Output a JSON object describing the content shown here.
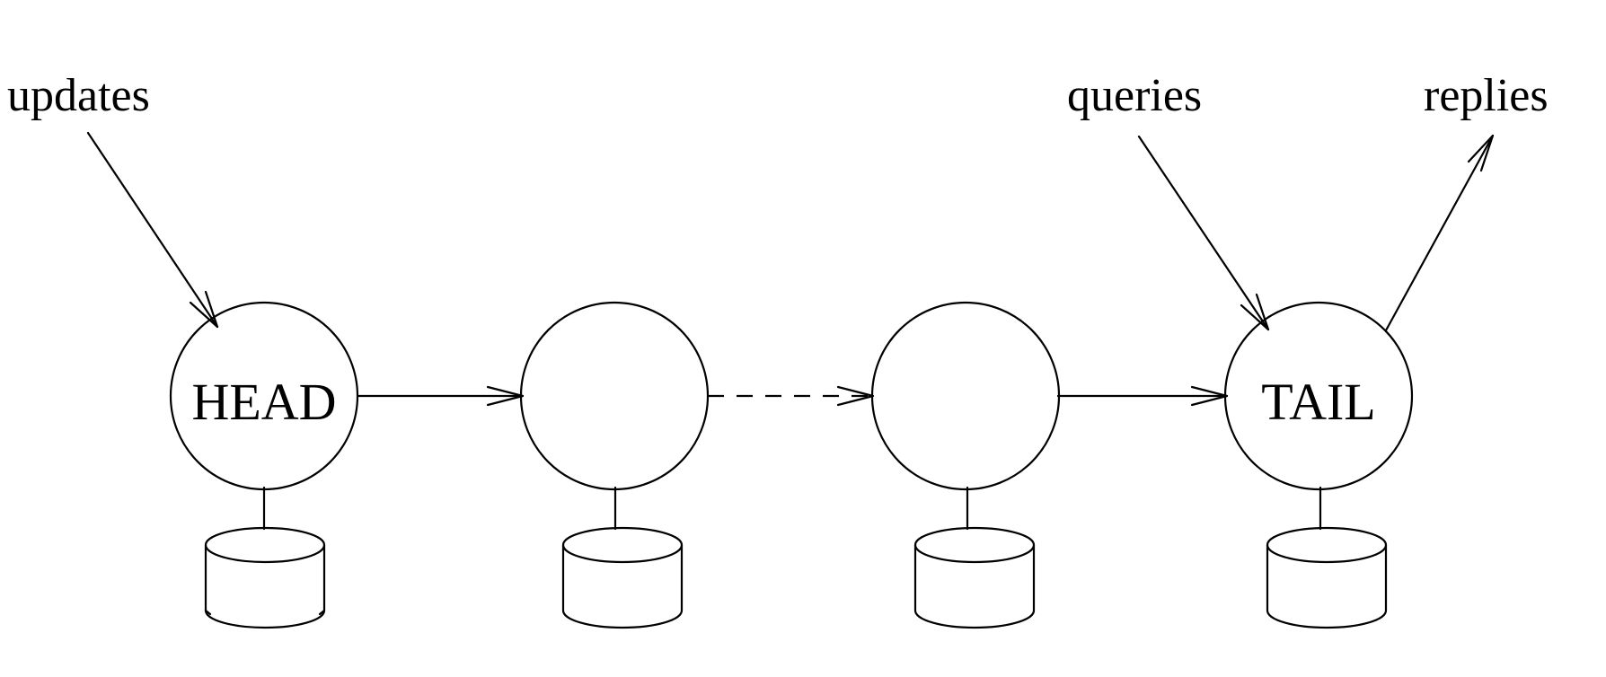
{
  "labels": {
    "updates": "updates",
    "queries": "queries",
    "replies": "replies"
  },
  "nodes": [
    {
      "label": "HEAD"
    },
    {
      "label": ""
    },
    {
      "label": ""
    },
    {
      "label": "TAIL"
    }
  ],
  "links": [
    {
      "from": "HEAD",
      "to": "node-2",
      "style": "solid"
    },
    {
      "from": "node-2",
      "to": "node-3",
      "style": "dashed"
    },
    {
      "from": "node-3",
      "to": "TAIL",
      "style": "solid"
    }
  ],
  "colors": {
    "ink": "#000000",
    "background": "#ffffff"
  }
}
